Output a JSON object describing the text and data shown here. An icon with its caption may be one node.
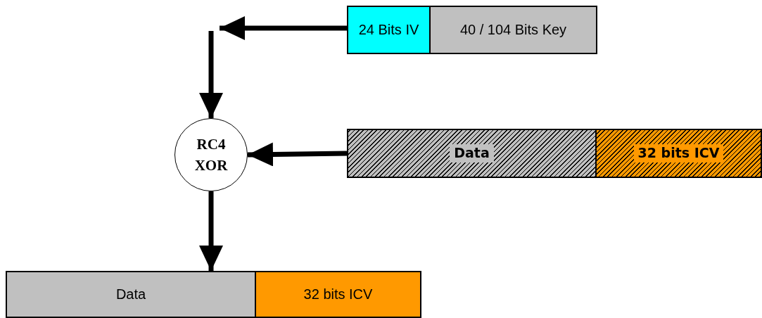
{
  "diagram": {
    "nodes": [
      {
        "text": [
          "24 Bits IV"
        ]
      },
      {
        "text": [
          "40 / 104 Bits Key"
        ]
      },
      {
        "text": [
          "RC4 XOR"
        ]
      },
      {
        "text": [
          "Data"
        ]
      },
      {
        "text": [
          "32 bits ICV"
        ]
      },
      {
        "text": [
          "Data"
        ]
      },
      {
        "text": [
          "32 bits ICV"
        ]
      }
    ],
    "edges": [
      {
        "from": 0,
        "to": null,
        "arrow": "to"
      },
      {
        "from": null,
        "to": 2,
        "arrow": "to"
      },
      {
        "from": 3,
        "to": 2,
        "arrow": "to"
      },
      {
        "from": 2,
        "to": 5,
        "arrow": "to"
      }
    ]
  }
}
